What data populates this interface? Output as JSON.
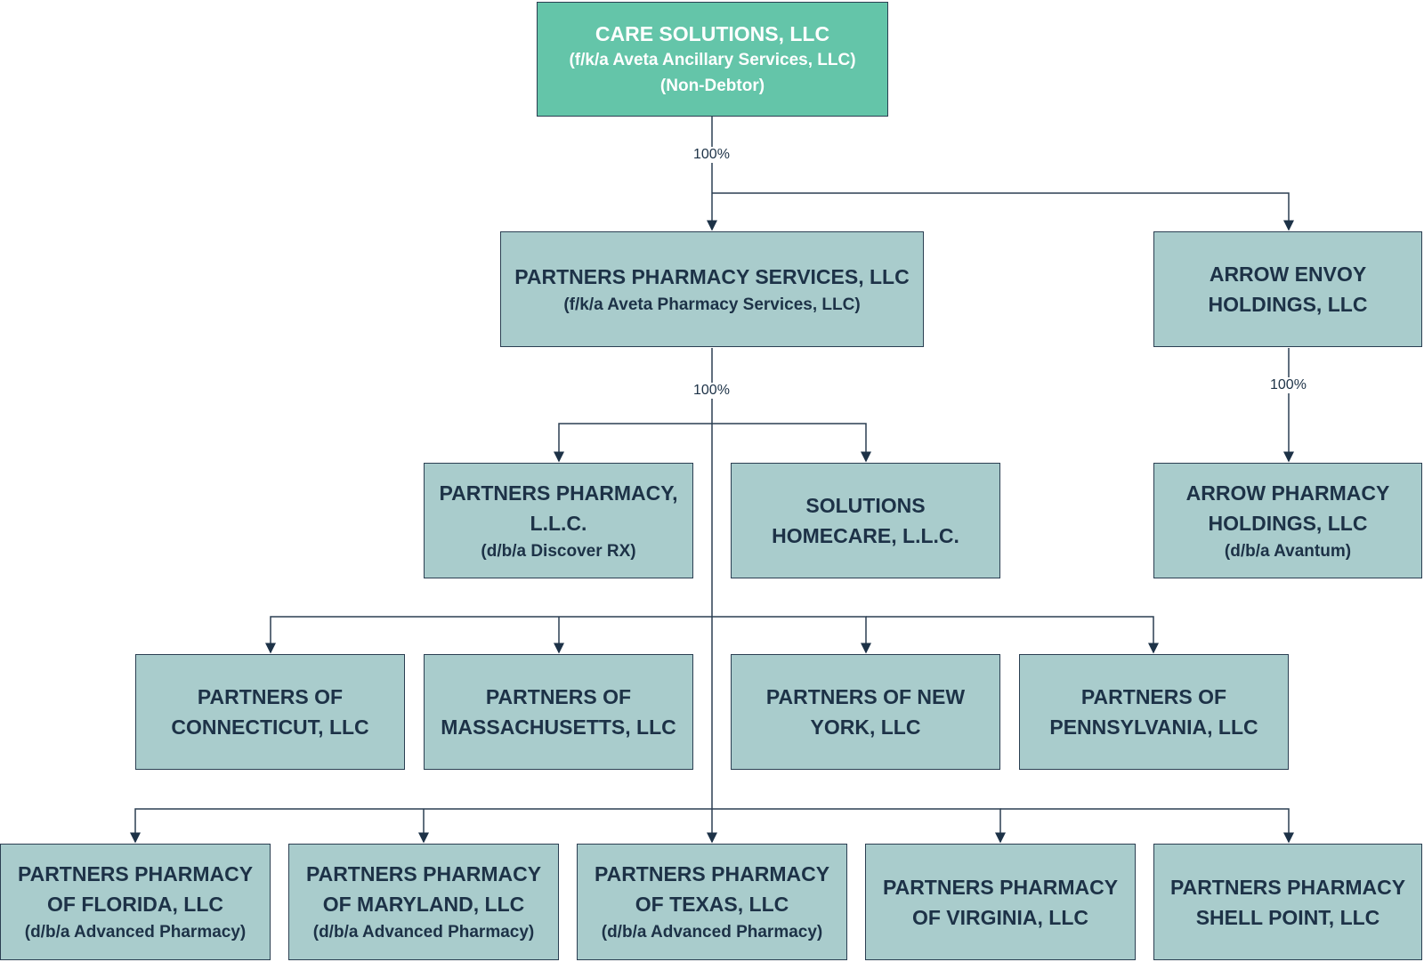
{
  "colors": {
    "root_fill": "#64c5a9",
    "node_fill": "#a9cccc",
    "line": "#2b3f52",
    "text": "#1d3247"
  },
  "boxes": {
    "care": {
      "name": "CARE SOLUTIONS, LLC",
      "sub1": "(f/k/a Aveta Ancillary Services, LLC)",
      "sub2": "(Non-Debtor)"
    },
    "pps": {
      "name": "PARTNERS PHARMACY SERVICES, LLC",
      "sub1": "(f/k/a Aveta Pharmacy Services, LLC)"
    },
    "arrow_env": {
      "name1": "ARROW ENVOY",
      "name2": "HOLDINGS, LLC"
    },
    "pp": {
      "name1": "PARTNERS PHARMACY,",
      "name2": "L.L.C.",
      "sub1": "(d/b/a Discover RX)"
    },
    "sh": {
      "name1": "SOLUTIONS",
      "name2": "HOMECARE, L.L.C."
    },
    "aph": {
      "name1": "ARROW PHARMACY",
      "name2": "HOLDINGS, LLC",
      "sub1": "(d/b/a Avantum)"
    },
    "ct": {
      "name1": "PARTNERS OF",
      "name2": "CONNECTICUT, LLC"
    },
    "ma": {
      "name1": "PARTNERS OF",
      "name2": "MASSACHUSETTS, LLC"
    },
    "ny": {
      "name1": "PARTNERS OF NEW",
      "name2": "YORK, LLC"
    },
    "pa": {
      "name1": "PARTNERS OF",
      "name2": "PENNSYLVANIA, LLC"
    },
    "fl": {
      "name1": "PARTNERS PHARMACY",
      "name2": "OF FLORIDA, LLC",
      "sub1": "(d/b/a Advanced Pharmacy)"
    },
    "md": {
      "name1": "PARTNERS PHARMACY",
      "name2": "OF MARYLAND, LLC",
      "sub1": "(d/b/a Advanced Pharmacy)"
    },
    "tx": {
      "name1": "PARTNERS PHARMACY",
      "name2": "OF TEXAS, LLC",
      "sub1": "(d/b/a Advanced Pharmacy)"
    },
    "va": {
      "name1": "PARTNERS PHARMACY",
      "name2": "OF VIRGINIA, LLC"
    },
    "sp": {
      "name1": "PARTNERS PHARMACY",
      "name2": "SHELL POINT, LLC"
    }
  },
  "ownership": {
    "care_to_children": "100%",
    "pps_to_children": "100%",
    "arrow_env_to_aph": "100%"
  }
}
